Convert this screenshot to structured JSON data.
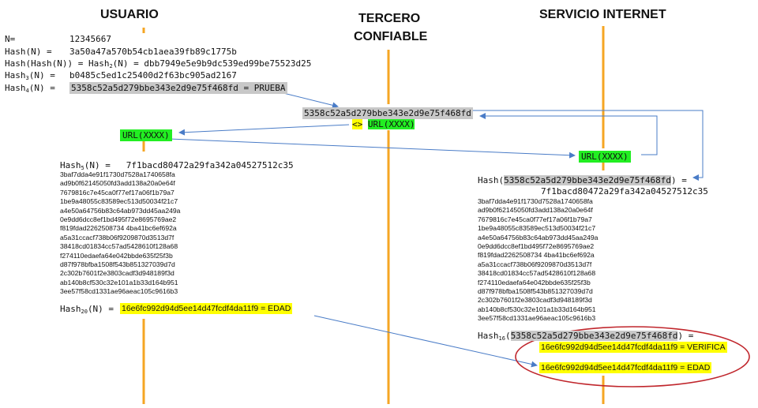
{
  "headers": {
    "user": "USUARIO",
    "third_line1": "TERCERO",
    "third_line2": "CONFIABLE",
    "service": "SERVICIO INTERNET"
  },
  "user": {
    "n_label": "N=",
    "n_value": "12345667",
    "h1_label": "Hash(N) =",
    "h1_value": "3a50a47a570b54cb1aea39fb89c1775b",
    "h2_label_a": "Hash(Hash(N)) = Hash",
    "h2_sub": "2",
    "h2_label_b": "(N) =",
    "h2_value": "dbb7949e5e9b9dc539ed99be75523d25",
    "h3_label": "Hash",
    "h3_sub": "3",
    "h3_label_b": "(N) =",
    "h3_value": "b0485c5ed1c25400d2f63bc905ad2167",
    "h4_label": "Hash",
    "h4_sub": "4",
    "h4_label_b": "(N) =",
    "h4_value": "5358c52a5d279bbe343e2d9e75f468fd = PRUEBA",
    "url": "URL(XXXX)",
    "h5_label": "Hash",
    "h5_sub": "5",
    "h5_label_b": "(N) =",
    "h5_value": "7f1bacd80472a29fa342a04527512c35",
    "chain": [
      "3baf7dda4e91f1730d7528a1740658fa",
      "ad9b0f62145050fd3add138a20a0e64f",
      "7679816c7e45ca0f77ef17a06f1b79a7",
      "1be9a48055c83589ec513d50034f21c7",
      "a4e50a64756b83c64ab973dd45aa249a",
      "0e9dd6dcc8ef1bd495f72e8695769ae2",
      "f819fdad2262508734 4ba41bc6ef692a",
      "a5a31ccacf738b06f9209870d3513d7f",
      "38418cd01834cc57ad5428610f128a68",
      "f274110edaefa64e042bbde635f25f3b",
      "d87f978bfba1508f543b851327039d7d",
      "2c302b7601f2e3803cadf3d948189f3d",
      "ab140b8cf530c32e101a1b33d164b951",
      "3ee57f58cd1331ae96aeac105c9616b3"
    ],
    "h20_label": "Hash",
    "h20_sub": "20",
    "h20_label_b": "(N) =",
    "h20_value": "16e6fc992d94d5ee14d47fcdf4da11f9 = EDAD"
  },
  "third": {
    "hash": "5358c52a5d279bbe343e2d9e75f468fd",
    "op": "<>",
    "url": "URL(XXXX)"
  },
  "service": {
    "url": "URL(XXXX)",
    "hash_label": "Hash(",
    "hash_arg": "5358c52a5d279bbe343e2d9e75f468fd",
    "hash_end": ") =",
    "hash_result": "7f1bacd80472a29fa342a04527512c35",
    "chain": [
      "3baf7dda4e91f1730d7528a1740658fa",
      "ad9b0f62145050fd3add138a20a0e64f",
      "7679816c7e45ca0f77ef17a06f1b79a7",
      "1be9a48055c83589ec513d50034f21c7",
      "a4e50a64756b83c64ab973dd45aa249a",
      "0e9dd6dcc8ef1bd495f72e8695769ae2",
      "f819fdad2262508734 4ba41bc6ef692a",
      "a5a31ccacf738b06f9209870d3513d7f",
      "38418cd01834cc57ad5428610f128a68",
      "f274110edaefa64e042bbde635f25f3b",
      "d87f978bfba1508f543b851327039d7d",
      "2c302b7601f2e3803cadf3d948189f3d",
      "ab140b8cf530c32e101a1b33d164b951",
      "3ee57f58cd1331ae96aeac105c9616b3"
    ],
    "h16_label": "Hash",
    "h16_sub": "16",
    "h16_open": "(",
    "h16_arg": "5358c52a5d279bbe343e2d9e75f468fd",
    "h16_end": ") =",
    "verifica": "16e6fc992d94d5ee14d47fcdf4da11f9 = VERIFICA",
    "edad": "16e6fc992d94d5ee14d47fcdf4da11f9 = EDAD"
  },
  "colors": {
    "lifeline": "#f5a623",
    "arrow": "#4a7cc7",
    "ellipse": "#c0262c",
    "green": "#22ee22",
    "yellow": "#ffff00",
    "gray": "#c8c8c8"
  }
}
